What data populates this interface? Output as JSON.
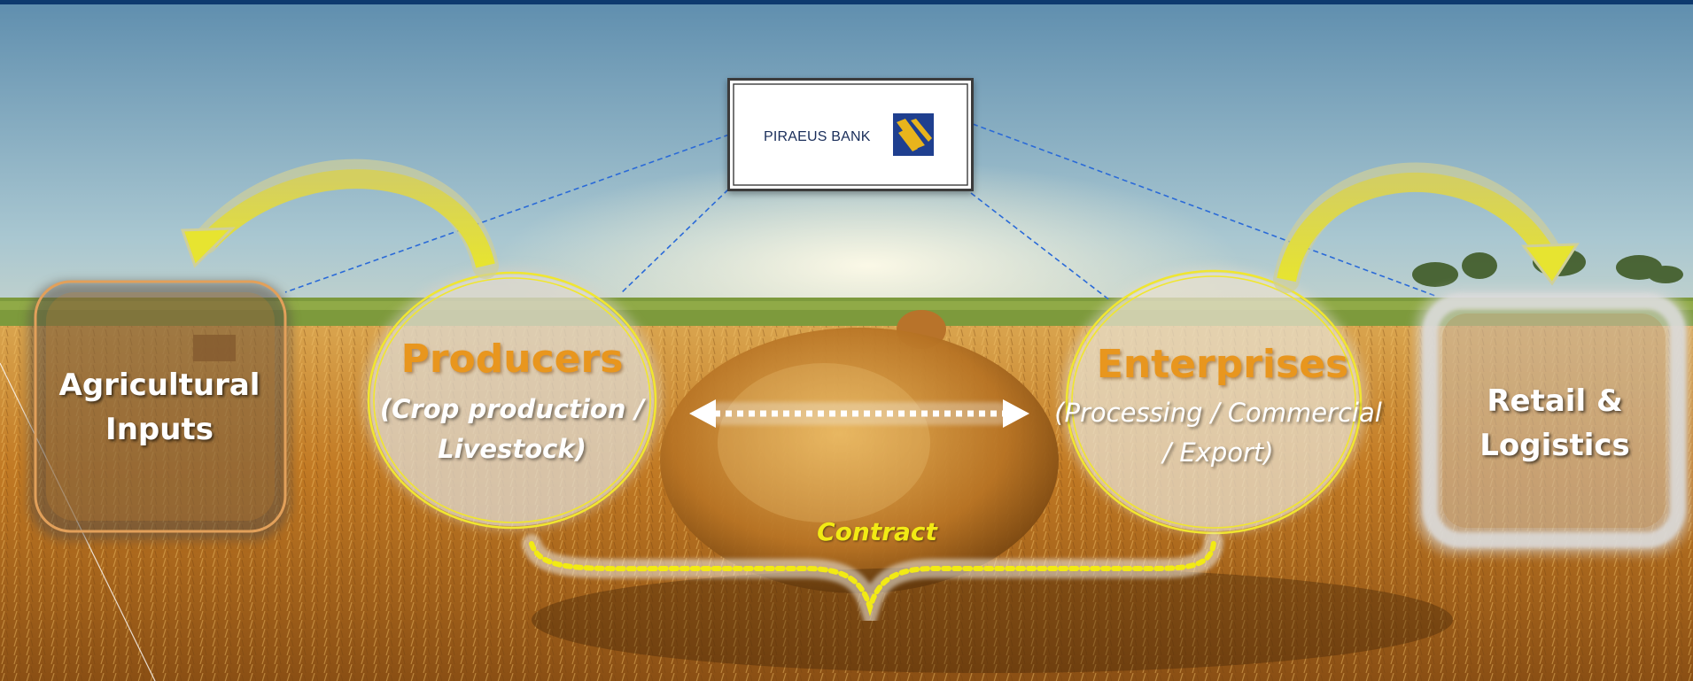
{
  "bank": {
    "name": "PIRAEUS BANK",
    "logo_icon": "piraeus-logo-icon",
    "logo_color": "#1f3f8f",
    "stripe_color": "#e8b41c"
  },
  "nodes": {
    "inputs": {
      "label": "Agricultural Inputs"
    },
    "producers": {
      "title": "Producers",
      "subtitle": "(Crop production / Livestock)"
    },
    "enterprises": {
      "title": "Enterprises",
      "subtitle": "(Processing / Commercial / Export)"
    },
    "retail": {
      "label": "Retail & Logistics"
    }
  },
  "contract_label": "Contract",
  "colors": {
    "title_orange": "#e8961e",
    "contract_yellow": "#f2ea14",
    "ellipse_border": "#f0e630",
    "arrow_yellow": "#e4e240",
    "bank_lines": "#2a6ad8",
    "sky_top": "#5e8fb0",
    "field": "#c8862c"
  }
}
